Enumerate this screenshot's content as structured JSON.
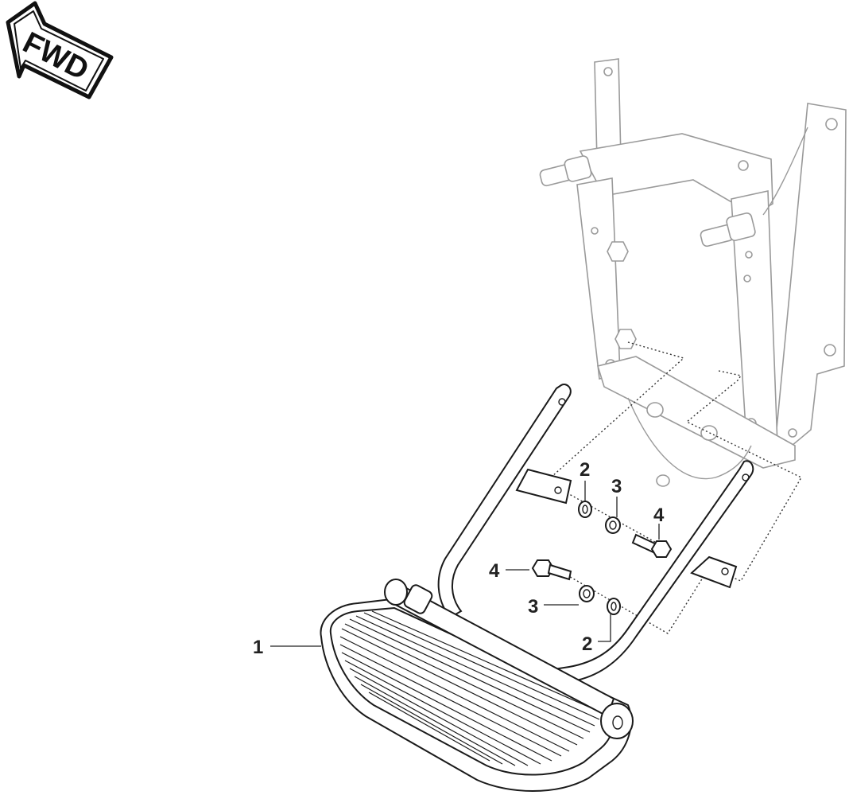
{
  "fwd_arrow": {
    "label": "FWD",
    "icon": "forward-arrow-icon"
  },
  "callouts": {
    "c1": "1",
    "c2_top": "2",
    "c3_top": "3",
    "c4_top": "4",
    "c4_left": "4",
    "c3_bottom": "3",
    "c2_bottom": "2"
  },
  "colors": {
    "line": "#1a1a1a",
    "ghost": "#9a9a9a",
    "background": "#ffffff"
  }
}
